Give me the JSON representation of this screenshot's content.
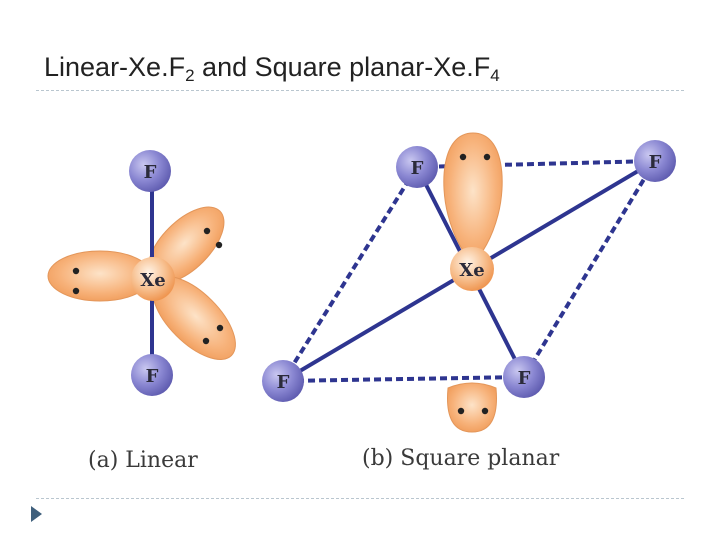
{
  "slide": {
    "title_main": "Linear-Xe.F",
    "title_sub1": "2",
    "title_mid": " and Square planar-Xe.F",
    "title_sub2": "4"
  },
  "diagram": {
    "linear": {
      "central": "Xe",
      "ligands": [
        "F",
        "F"
      ],
      "caption": "(a) Linear"
    },
    "square_planar": {
      "central": "Xe",
      "ligands": [
        "F",
        "F",
        "F",
        "F"
      ],
      "caption": "(b) Square planar"
    }
  },
  "colors": {
    "fluorine": "#7a78c8",
    "xenon": "#f09a55",
    "lone_pair": "#f5a867",
    "bond": "#2e3590"
  }
}
